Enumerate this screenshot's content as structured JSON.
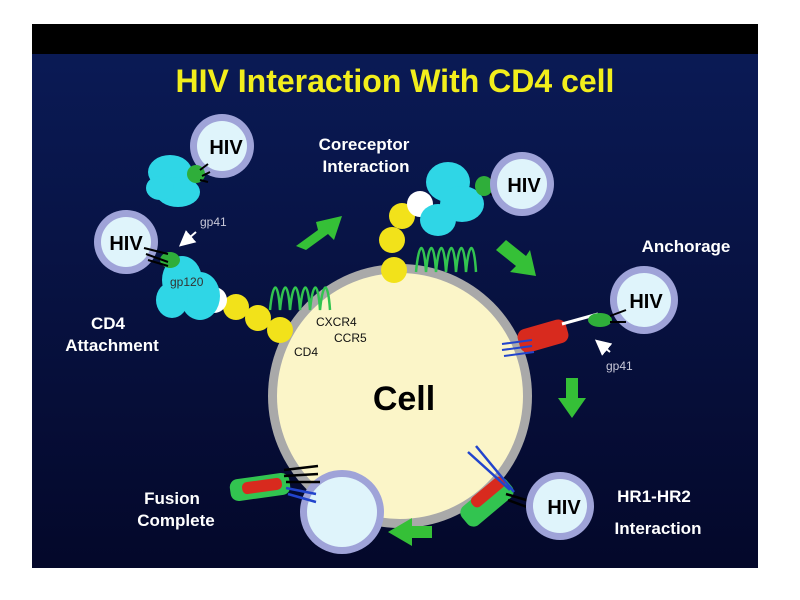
{
  "title": "HIV Interaction With CD4 cell",
  "colors": {
    "background_top": "#0a1850",
    "background_bottom": "#05092a",
    "title": "#f2ee1c",
    "label": "#ffffff",
    "cell_fill": "#fbf5c8",
    "cell_rim": "#a9a9a9",
    "virion_fill": "#dff4fb",
    "virion_rim": "#9fa3d8",
    "gp120": "#2fd6e6",
    "gp41": "#2fae3a",
    "cd4": "#f2e21a",
    "coreceptor": "#32c450",
    "arrow": "#35c037",
    "fusion_red": "#d82a1e"
  },
  "cell": {
    "label": "Cell"
  },
  "virions": [
    {
      "label": "HIV"
    },
    {
      "label": "HIV"
    },
    {
      "label": "HIV"
    },
    {
      "label": "HIV"
    },
    {
      "label": "HIV"
    }
  ],
  "stage_labels": {
    "cd4_attachment": [
      "CD4",
      "Attachment"
    ],
    "coreceptor_interaction": [
      "Coreceptor",
      "Interaction"
    ],
    "anchorage": "Anchorage",
    "hr1_hr2": [
      "HR1-HR2",
      "Interaction"
    ],
    "fusion_complete": [
      "Fusion",
      "Complete"
    ]
  },
  "molecule_labels": {
    "gp41_top": "gp41",
    "gp120": "gp120",
    "cxcr4": "CXCR4",
    "ccr5": "CCR5",
    "cd4": "CD4",
    "gp41_right": "gp41"
  }
}
